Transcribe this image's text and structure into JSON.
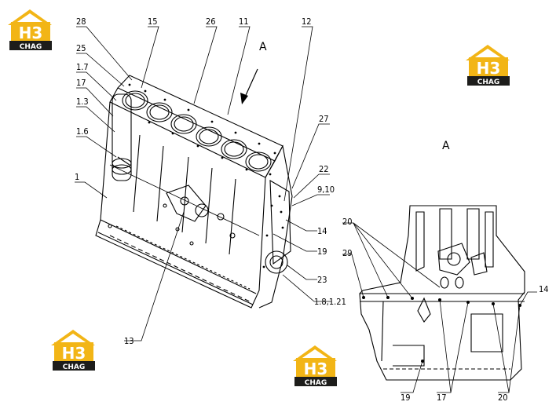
{
  "logo": {
    "mark": "H3",
    "word": "CHAG",
    "color_yellow": "#f2b516",
    "color_dark": "#1d1d1b"
  },
  "view_marker": "A",
  "section_marker": "A",
  "labels_main": [
    "28",
    "15",
    "26",
    "11",
    "12",
    "25",
    "1.7",
    "17",
    "1.3",
    "1.6",
    "27",
    "22",
    "9,10",
    "1",
    "14",
    "19",
    "23",
    "1.8,1.21",
    "13"
  ],
  "labels_section": [
    "20",
    "29",
    "14",
    "19",
    "17",
    "20"
  ]
}
